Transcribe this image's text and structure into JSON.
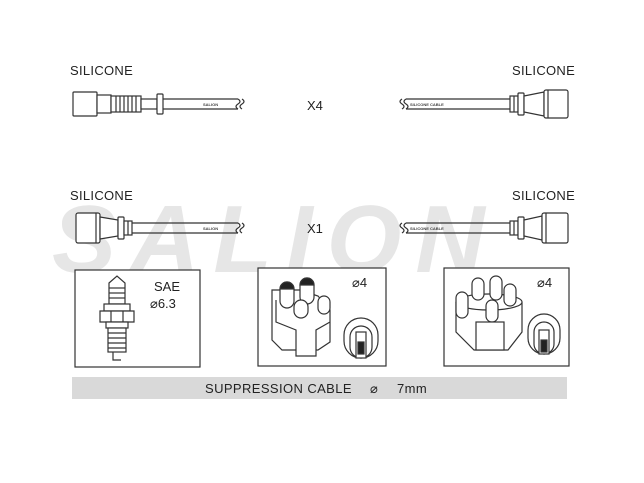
{
  "watermark": "SALION",
  "row1": {
    "left_label": "SILICONE",
    "right_label": "SILICONE",
    "quantity": "X4",
    "left_cable_print": "SALION",
    "right_cable_print": "SILICONE CABLE"
  },
  "row2": {
    "left_label": "SILICONE",
    "right_label": "SILICONE",
    "quantity": "X1",
    "left_cable_print": "SALION",
    "right_cable_print": "SILICONE CABLE"
  },
  "boxes": {
    "spark_plug": {
      "title": "SAE",
      "size": "⌀6.3"
    },
    "distributor_cap_a": {
      "size": "⌀4"
    },
    "distributor_cap_b": {
      "size": "⌀4"
    }
  },
  "banner": {
    "label": "SUPPRESSION CABLE",
    "diameter_symbol": "⌀",
    "diameter_value": "7mm"
  },
  "colors": {
    "line": "#333333",
    "banner_fill": "#d9d9d9",
    "watermark": "#e6e6e6"
  }
}
